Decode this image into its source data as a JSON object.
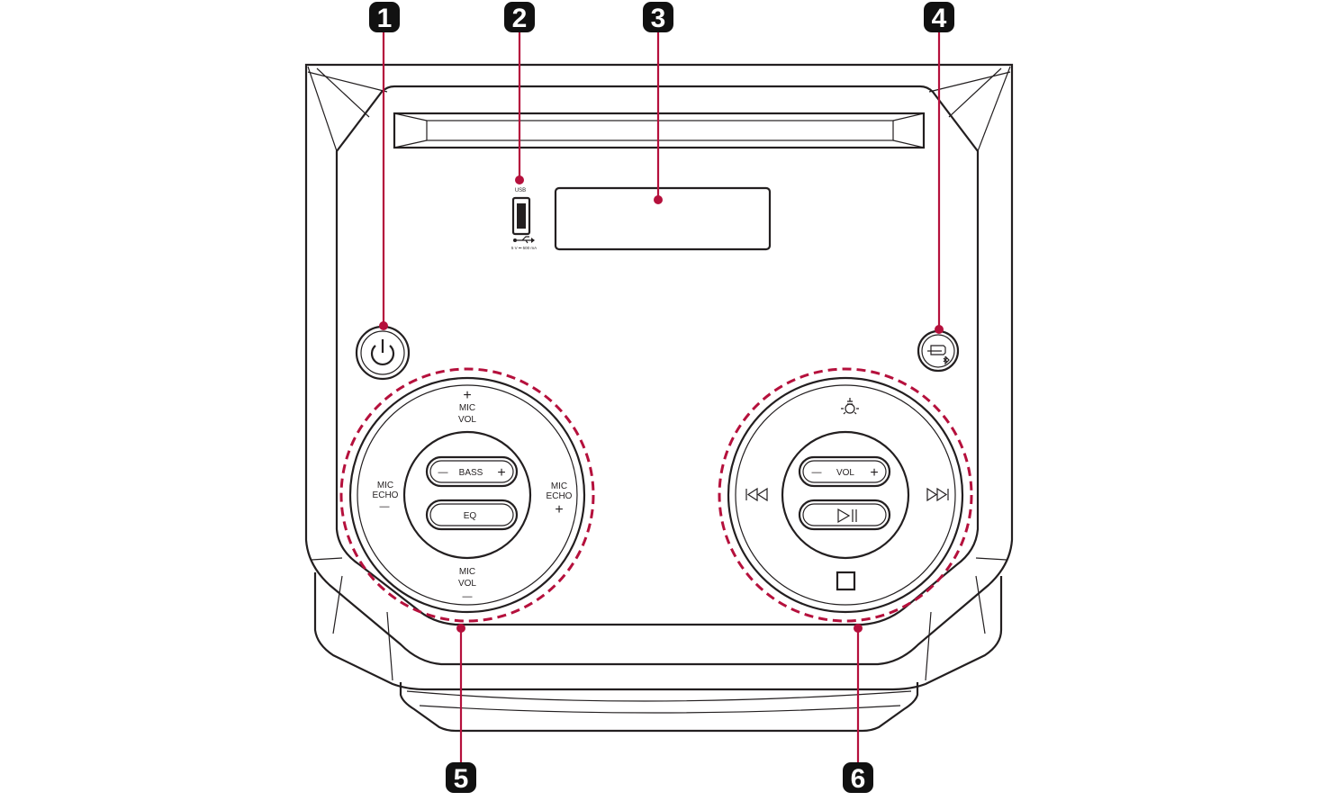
{
  "colors": {
    "accent": "#b5103c",
    "outline": "#231f20",
    "badge": "#111111"
  },
  "callouts": [
    {
      "number": "1",
      "target": "power-button"
    },
    {
      "number": "2",
      "target": "usb-port"
    },
    {
      "number": "3",
      "target": "display-window"
    },
    {
      "number": "4",
      "target": "bluetooth-button"
    },
    {
      "number": "5",
      "target": "left-control-dial"
    },
    {
      "number": "6",
      "target": "right-control-dial"
    }
  ],
  "usb": {
    "label": "USB",
    "rating": "5 V ⎓ 500 mA",
    "icon": "usb-symbol-icon"
  },
  "left_dial": {
    "mic_vol_plus": "+",
    "mic_vol_top_1": "MIC",
    "mic_vol_top_2": "VOL",
    "mic_echo_left_1": "MIC",
    "mic_echo_left_2": "ECHO",
    "mic_echo_left_minus": "—",
    "mic_echo_right_1": "MIC",
    "mic_echo_right_2": "ECHO",
    "mic_echo_right_plus": "+",
    "mic_vol_bottom_1": "MIC",
    "mic_vol_bottom_2": "VOL",
    "mic_vol_minus": "—",
    "bass_label": "BASS",
    "bass_minus": "—",
    "bass_plus": "+",
    "eq_label": "EQ"
  },
  "right_dial": {
    "light_icon": "light-bulb-icon",
    "vol_label": "VOL",
    "vol_minus": "—",
    "vol_plus": "+",
    "play_pause_icon": "play-pause-icon",
    "prev_icon": "skip-back-icon",
    "next_icon": "skip-forward-icon",
    "stop_icon": "stop-icon"
  },
  "power_icon": "power-icon",
  "bluetooth_icon": "bluetooth-icon"
}
